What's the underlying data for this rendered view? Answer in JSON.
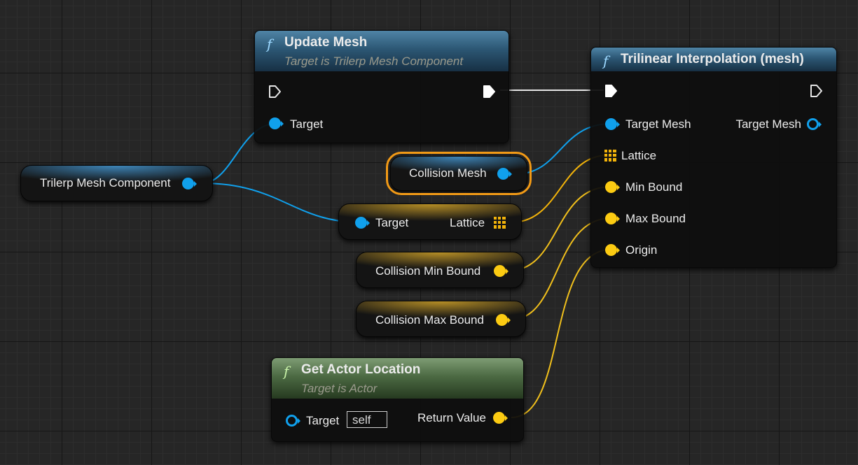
{
  "graph": {
    "nodes": {
      "update_mesh": {
        "title": "Update Mesh",
        "subtitle": "Target is Trilerp Mesh Component",
        "pin_target": "Target"
      },
      "trilinear": {
        "title": "Trilinear Interpolation (mesh)",
        "pin_target_mesh_in": "Target Mesh",
        "pin_target_mesh_out": "Target Mesh",
        "pin_lattice": "Lattice",
        "pin_min_bound": "Min Bound",
        "pin_max_bound": "Max Bound",
        "pin_origin": "Origin"
      },
      "get_actor_location": {
        "title": "Get Actor Location",
        "subtitle": "Target is Actor",
        "pin_target": "Target",
        "target_default": "self",
        "pin_return": "Return Value"
      }
    },
    "variables": {
      "trilerp_mesh_component": "Trilerp Mesh Component",
      "collision_mesh": "Collision Mesh",
      "lattice_getter": {
        "pin_target": "Target",
        "pin_lattice": "Lattice"
      },
      "collision_min_bound": "Collision Min Bound",
      "collision_max_bound": "Collision Max Bound"
    },
    "function_icon": "f",
    "colors": {
      "object_pin": "#10a0ec",
      "vector_pin": "#fccb12",
      "lattice_pin": "#f2b30a",
      "exec_pin": "#ffffff",
      "selection_outline": "#f29a16",
      "header_function": "#2c5774",
      "header_pure": "#4c6a43"
    }
  }
}
